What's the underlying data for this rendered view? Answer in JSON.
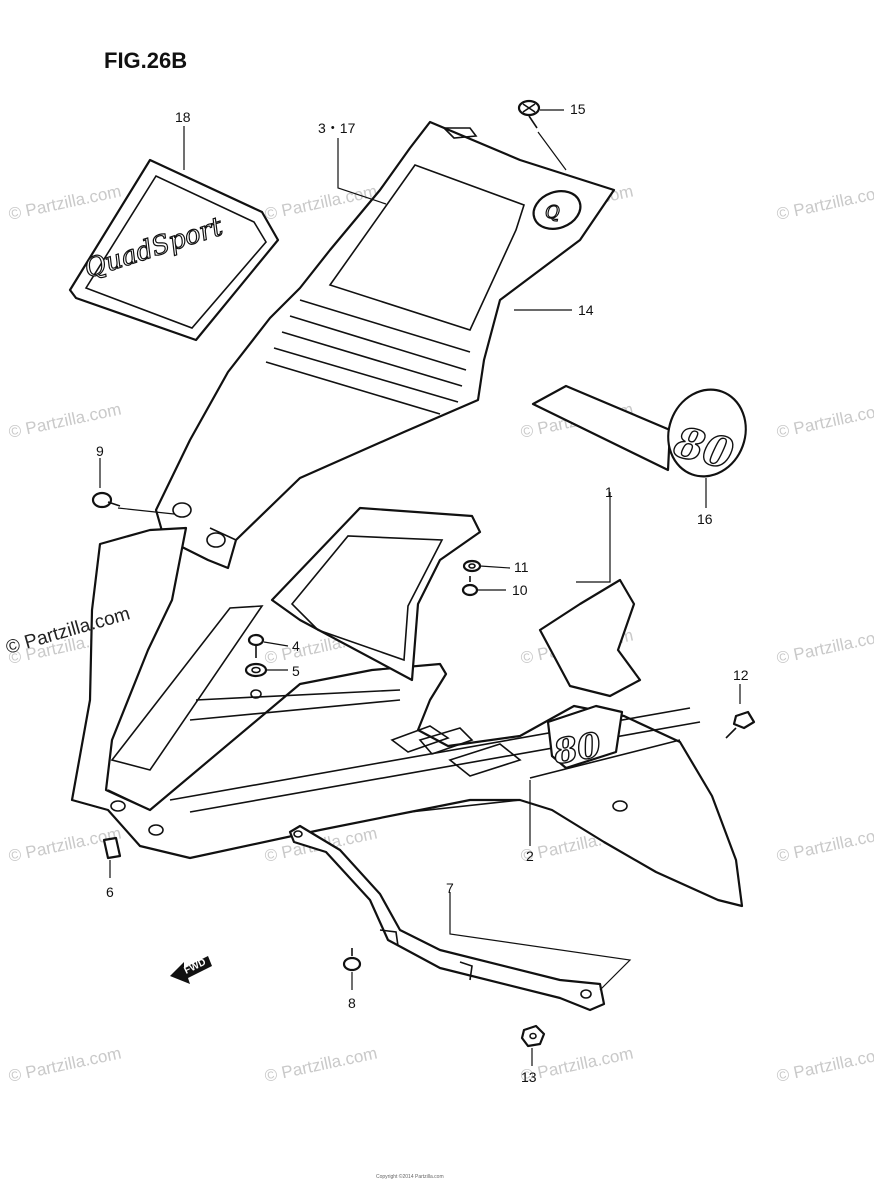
{
  "figure": {
    "title": "FIG.26B"
  },
  "watermark": {
    "text": "© Partzilla.com"
  },
  "badges": {
    "decal_80": "80",
    "emblem_q": "Q",
    "quadsport": "QuadSport",
    "fwd": "FWD"
  },
  "callouts": [
    "1",
    "2",
    "3・17",
    "4",
    "5",
    "6",
    "7",
    "8",
    "9",
    "10",
    "11",
    "12",
    "13",
    "14",
    "15",
    "16",
    "18"
  ],
  "footer": {
    "text": "Copyright ©2014 Partzilla.com"
  }
}
